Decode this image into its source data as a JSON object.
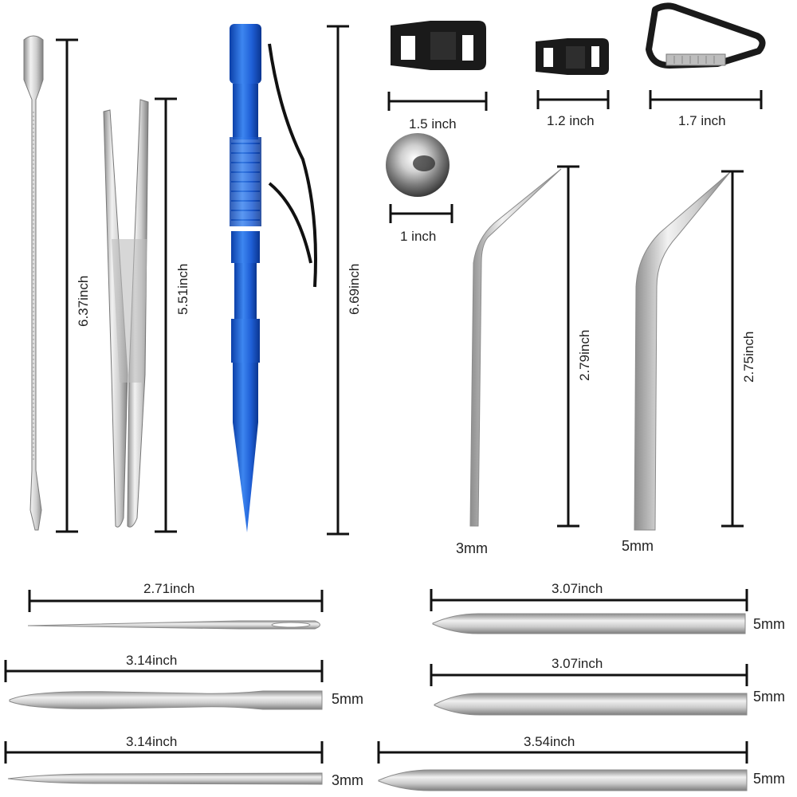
{
  "measurements": {
    "spoon": "6.37inch",
    "tweezers": "5.51inch",
    "fid": "6.69inch",
    "buckle_large": "1.5 inch",
    "buckle_small": "1.2 inch",
    "carabiner": "1.7 inch",
    "ball": "1 inch",
    "bent_needle_a_length": "2.79inch",
    "bent_needle_b_length": "2.75inch",
    "bent_needle_a_size": "3mm",
    "bent_needle_b_size": "5mm",
    "eye_needle": "2.71inch",
    "flat_needle": "3.14inch",
    "flat_needle_size": "5mm",
    "thin_needle": "3.14inch",
    "thin_needle_size": "3mm",
    "straight_a": "3.07inch",
    "straight_a_size": "5mm",
    "straight_b": "3.07inch",
    "straight_b_size": "5mm",
    "straight_c": "3.54inch",
    "straight_c_size": "5mm"
  },
  "colors": {
    "fid_blue": "#1f5fd6",
    "steel": "#c8c8c8",
    "black_plastic": "#1a1a1a"
  }
}
